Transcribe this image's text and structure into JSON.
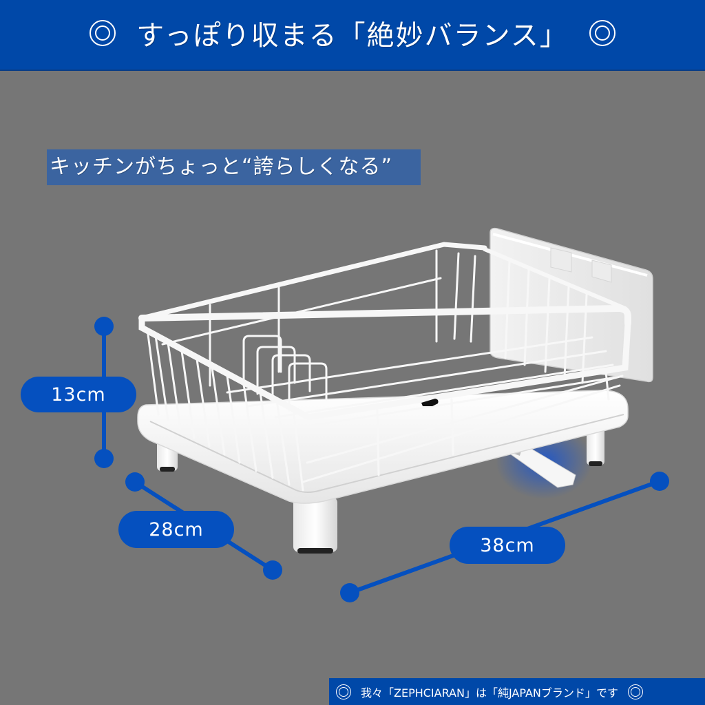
{
  "header": {
    "title": "すっぽり収まる「絶妙バランス」",
    "left_icon": "double-circle-icon",
    "right_icon": "double-circle-icon",
    "background_color": "#0048a8"
  },
  "tagline": {
    "text": "キッチンがちょっと“誇らしくなる”",
    "background_color": "#3b64a0"
  },
  "product": {
    "name": "dish-drying-rack",
    "parts": [
      "wire-basket",
      "utensil-holder",
      "drain-tray",
      "drain-spout",
      "legs"
    ]
  },
  "dimensions": {
    "height": {
      "label": "13cm"
    },
    "depth": {
      "label": "28cm"
    },
    "width": {
      "label": "38cm"
    },
    "accent_color": "#0550bf"
  },
  "footer": {
    "text": "我々「ZEPHCIARAN」は「純JAPANブランド」です",
    "left_icon": "double-circle-icon",
    "right_icon": "double-circle-icon"
  },
  "colors": {
    "background": "#767676",
    "brand_blue": "#0048a8",
    "product_white": "#f4f4f4"
  }
}
